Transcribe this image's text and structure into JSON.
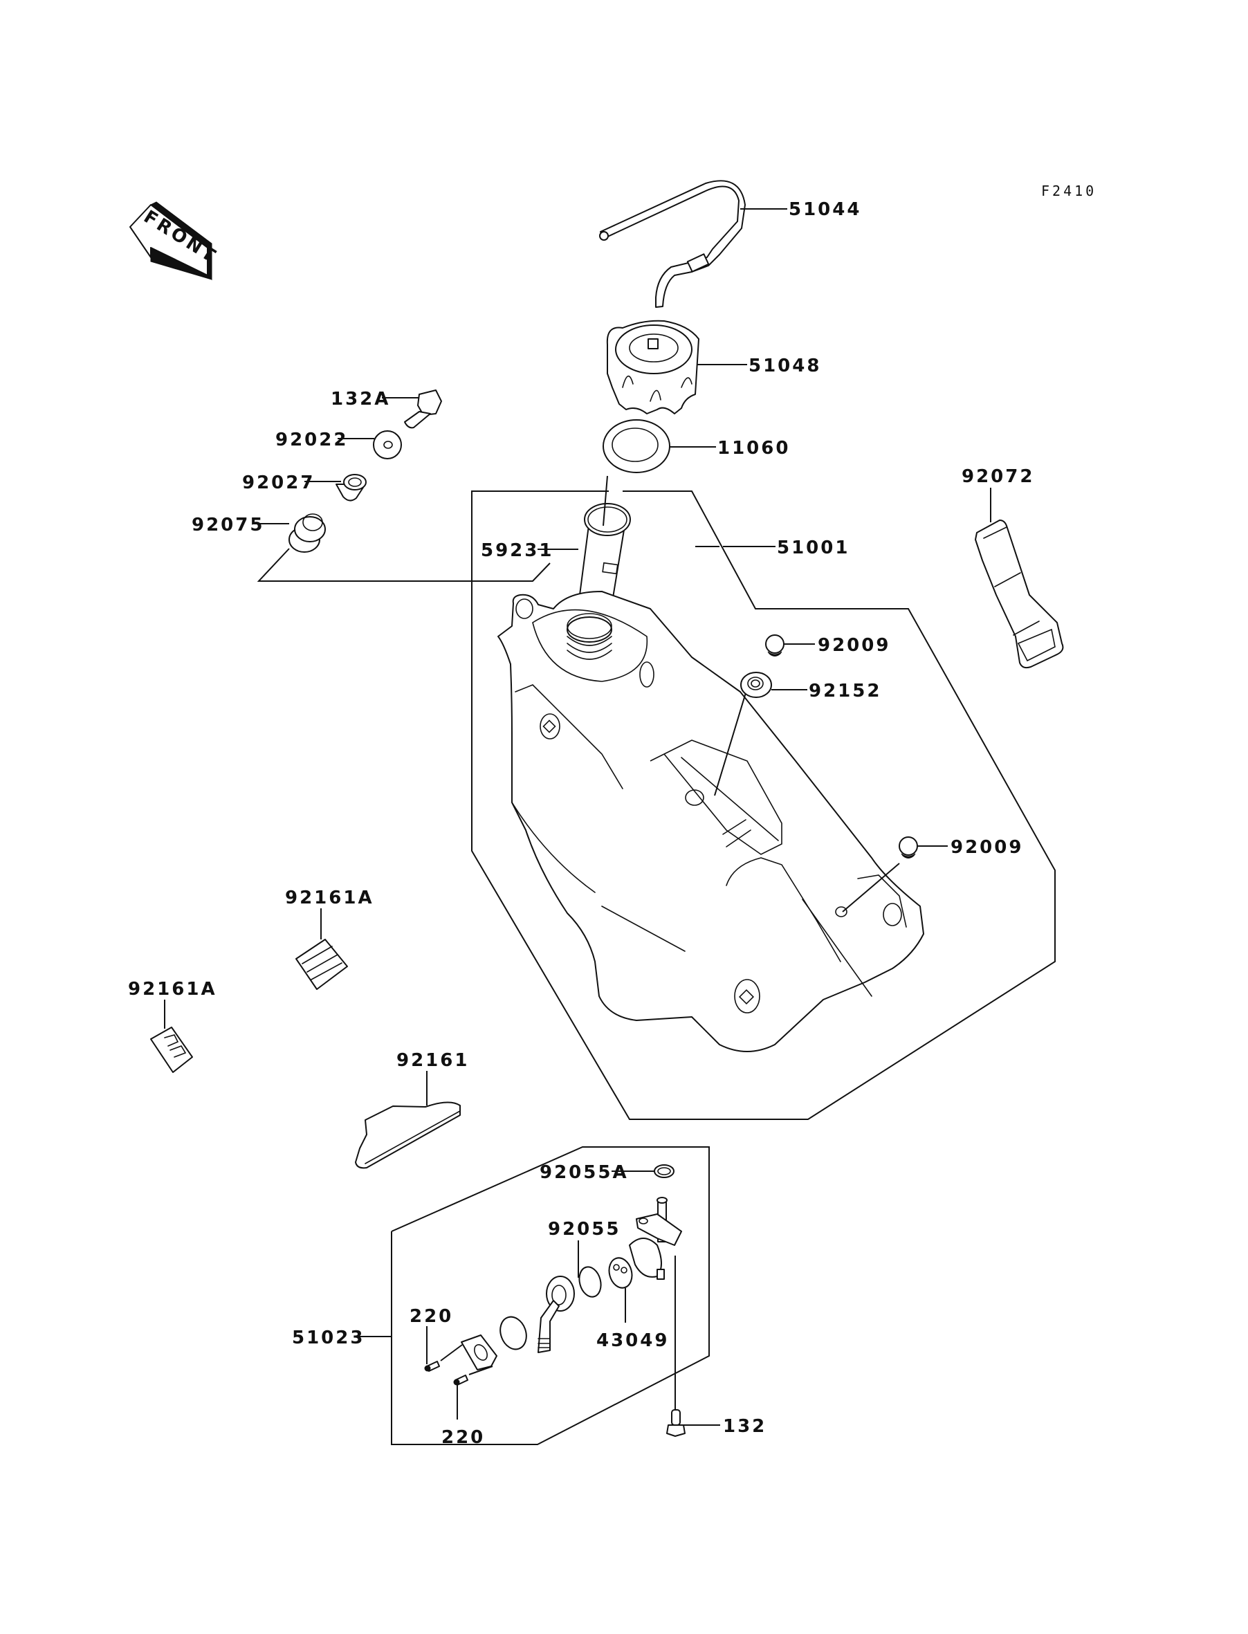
{
  "diagram": {
    "figure_code": "F2410",
    "direction_indicator": "FRONT",
    "callouts": {
      "hose": "51044",
      "fuel_cap": "51048",
      "cap_gasket": "11060",
      "fuel_tank": "51001",
      "filler_strainer": "59231",
      "bolt_132a": "132A",
      "washer": "92022",
      "collar": "92027",
      "grommet_92075": "92075",
      "strap": "92072",
      "cap_upper": "92009",
      "grommet_92152": "92152",
      "cap_lower": "92009",
      "damper_a_upper": "92161A",
      "damper_a_lower": "92161A",
      "damper": "92161",
      "o_ring_a": "92055A",
      "o_ring": "92055",
      "gasket_43049": "43049",
      "fuel_cock": "51023",
      "screw_upper": "220",
      "screw_lower": "220",
      "bolt_132": "132"
    }
  }
}
